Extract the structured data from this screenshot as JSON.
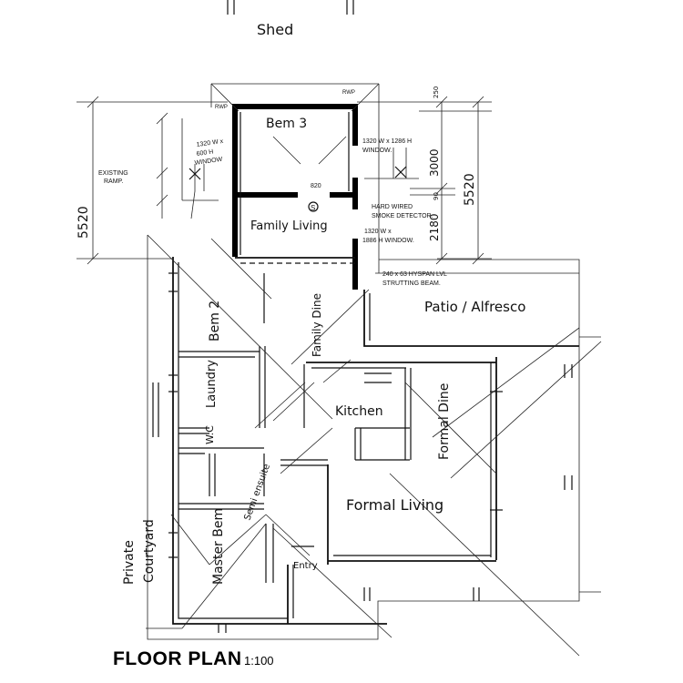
{
  "labels": {
    "shed": "Shed",
    "bedroom3": "Bem 3",
    "family_living": "Family Living",
    "family_dining": "Family Dine",
    "bedroom2": "Bem 2",
    "laundry": "Laundry",
    "wc": "W.C",
    "kitchen": "Kitchen",
    "formal_dining": "Formal Dine",
    "formal_living": "Formal Living",
    "patio": "Patio / Alfresco",
    "semi_ensuite": "Semi ensuite",
    "master_bedroom": "Master Bem",
    "private_courtyard_1": "Private",
    "private_courtyard_2": "Courtyard",
    "entry": "Entry"
  },
  "notes": {
    "rwp_left": "RWP",
    "rwp_right": "RWP",
    "window_left_1": "1320 W x",
    "window_left_2": "600 H",
    "window_left_3": "WINDOW",
    "existing_ramp_1": "EXISTING",
    "existing_ramp_2": "RAMP.",
    "window_right_1": "1320 W x 1286 H",
    "window_right_2": "WINDOW.",
    "dim_820": "820",
    "smoke_1": "HARD WIRED",
    "smoke_2": "SMOKE DETECTOR.",
    "window_mid_1": "1320 W x",
    "window_mid_2": "1886 H WINDOW.",
    "beam_1": "240 x 63 HYSPAN LVL",
    "beam_2": "STRUTTING BEAM.",
    "dim_5520_left": "5520",
    "dim_5520_right": "5520",
    "dim_3000": "3000",
    "dim_2180": "2180",
    "dim_90": "90",
    "dim_250": "250"
  },
  "footer": {
    "title": "FLOOR PLAN",
    "scale": "1:100"
  }
}
